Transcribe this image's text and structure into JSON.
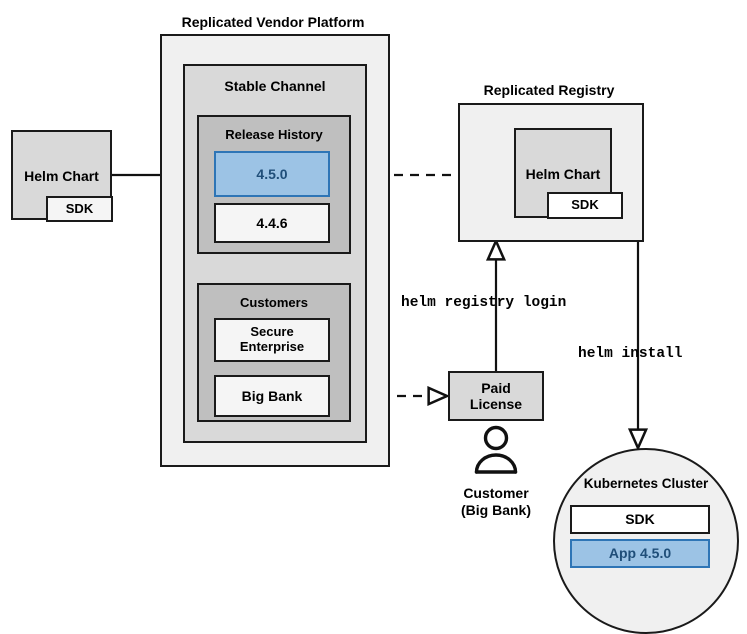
{
  "diagram": {
    "title": "Replicated Vendor Platform Helm distribution flow",
    "colors": {
      "outer_panel": "#f0f0f0",
      "channel_panel": "#d9d9d9",
      "group_panel": "#bfbfbf",
      "node_grey": "#d9d9d9",
      "node_white": "#f5f5f5",
      "highlight_blue": "#9cc3e5",
      "highlight_blue_border": "#2e75b6",
      "highlight_text": "#1f4e79",
      "stroke": "#1a1a1a"
    }
  },
  "source_chart": {
    "label": "Helm Chart",
    "sdk_label": "SDK"
  },
  "platform": {
    "title": "Replicated Vendor Platform",
    "channel": {
      "title": "Stable Channel",
      "release_history": {
        "title": "Release History",
        "releases": [
          {
            "version": "4.5.0",
            "highlighted": true
          },
          {
            "version": "4.4.6",
            "highlighted": false
          }
        ]
      },
      "customers": {
        "title": "Customers",
        "entries": [
          {
            "name": "Secure Enterprise"
          },
          {
            "name": "Big Bank"
          }
        ]
      }
    }
  },
  "registry": {
    "title": "Replicated Registry",
    "chart_label": "Helm Chart",
    "sdk_label": "SDK"
  },
  "license": {
    "label": "Paid License"
  },
  "customer_actor": {
    "name_line1": "Customer",
    "name_line2": "(Big Bank)",
    "icon": "person-icon"
  },
  "cluster": {
    "title": "Kubernetes Cluster",
    "items": [
      {
        "label": "SDK",
        "highlighted": false
      },
      {
        "label": "App 4.5.0",
        "highlighted": true
      }
    ]
  },
  "commands": {
    "registry_login": "helm registry login",
    "install": "helm install"
  }
}
